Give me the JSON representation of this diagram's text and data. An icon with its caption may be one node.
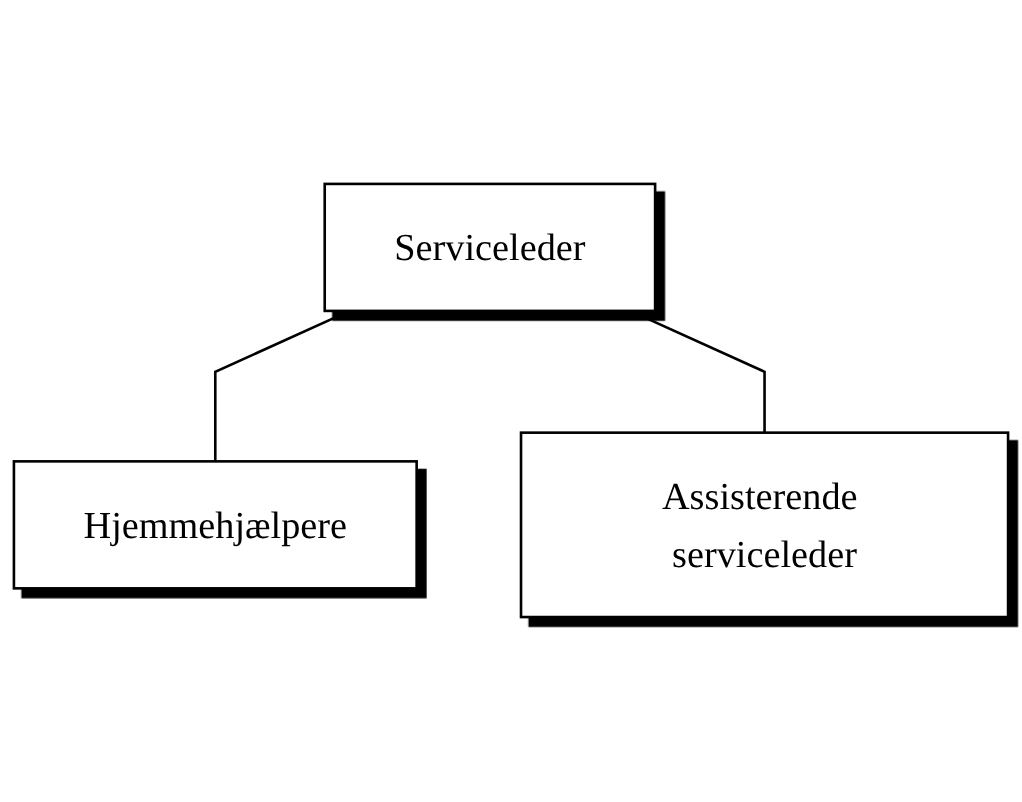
{
  "diagram": {
    "nodes": [
      {
        "text": [
          "Serviceleder"
        ]
      },
      {
        "text": [
          "Assisterende serviceleder"
        ]
      },
      {
        "text": [
          "Hjemmehjælpere"
        ]
      }
    ],
    "edges": [
      {
        "from": 0,
        "to": 2,
        "arrow": "none"
      },
      {
        "from": 0,
        "to": 1,
        "arrow": "none"
      }
    ]
  }
}
